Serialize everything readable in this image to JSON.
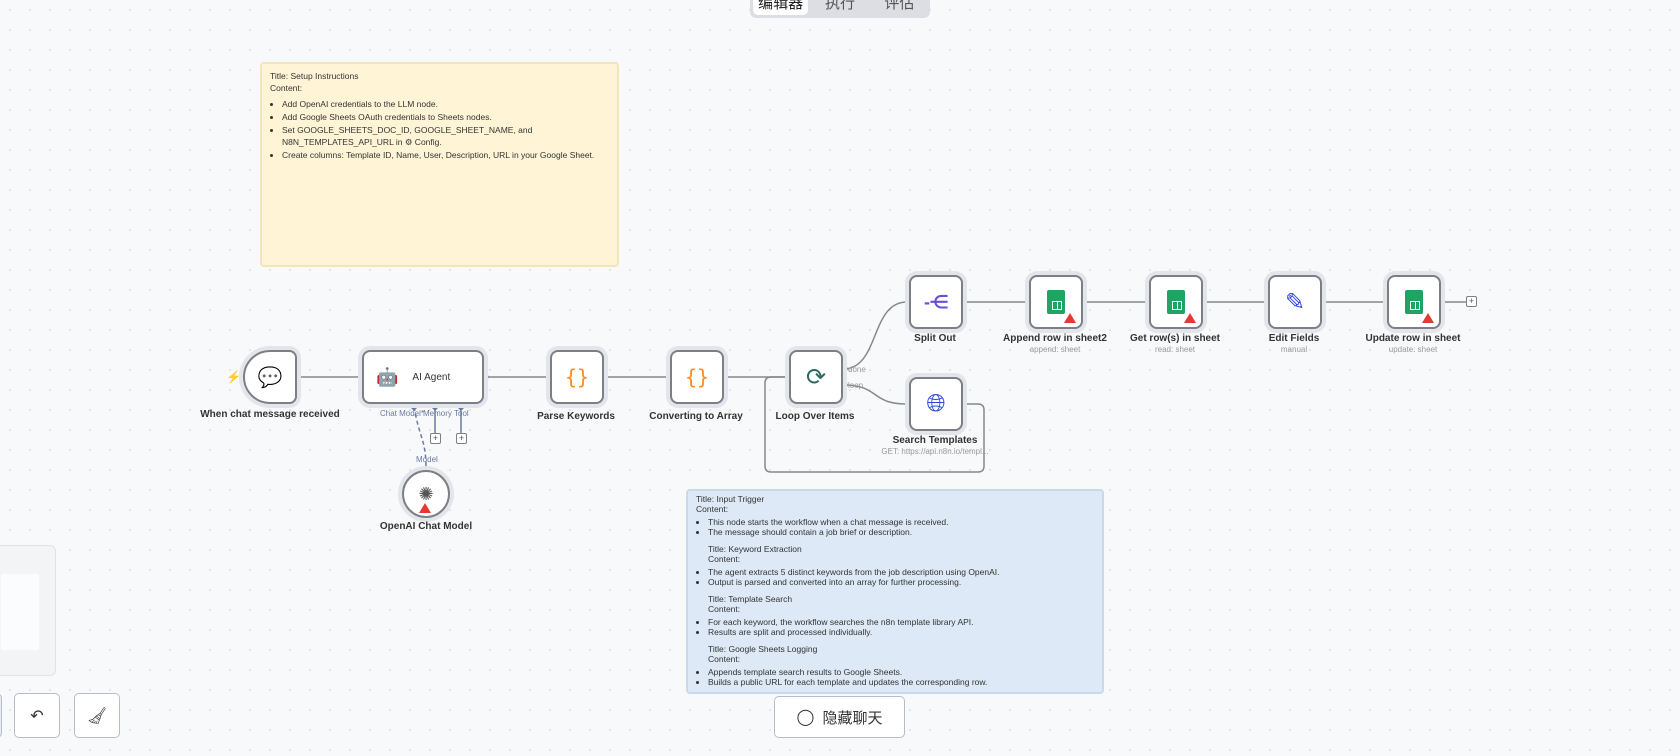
{
  "tabs": [
    "编辑器",
    "执行",
    "评估"
  ],
  "sticky_setup": {
    "title": "Title: Setup Instructions",
    "content": "Content:",
    "items": [
      "Add OpenAI credentials to the LLM node.",
      "Add Google Sheets OAuth credentials to Sheets nodes.",
      "Set GOOGLE_SHEETS_DOC_ID, GOOGLE_SHEET_NAME, and N8N_TEMPLATES_API_URL in ⚙ Config.",
      "Create columns: Template ID, Name, User, Description, URL in your Google Sheet."
    ]
  },
  "sticky_info": {
    "sections": [
      {
        "title": "Title: Input Trigger",
        "content": "Content:",
        "items": [
          "This node starts the workflow when a chat message is received.",
          "The message should contain a job brief or description."
        ]
      },
      {
        "title": "Title: Keyword Extraction",
        "content": "Content:",
        "items": [
          "The agent extracts 5 distinct keywords from the job description using OpenAI.",
          "Output is parsed and converted into an array for further processing."
        ]
      },
      {
        "title": "Title: Template Search",
        "content": "Content:",
        "items": [
          "For each keyword, the workflow searches the n8n template library API.",
          "Results are split and processed individually."
        ]
      },
      {
        "title": "Title: Google Sheets Logging",
        "content": "Content:",
        "items": [
          "Appends template search results to Google Sheets.",
          "Builds a public URL for each template and updates the corresponding row."
        ]
      }
    ]
  },
  "nodes": {
    "trigger": {
      "label": "When chat message received",
      "icon": "chat-icon"
    },
    "agent": {
      "label": "AI Agent",
      "icon": "robot-icon",
      "ports": [
        "Chat Model*",
        "Memory",
        "Tool"
      ]
    },
    "openai": {
      "label": "OpenAI Chat Model",
      "port": "Model",
      "icon": "openai-icon"
    },
    "parse": {
      "label": "Parse Keywords",
      "icon": "code-icon"
    },
    "convert": {
      "label": "Converting to Array",
      "icon": "code-icon"
    },
    "loop": {
      "label": "Loop Over Items",
      "outputs": [
        "done",
        "loop"
      ],
      "icon": "loop-icon"
    },
    "split": {
      "label": "Split Out",
      "icon": "split-icon"
    },
    "search": {
      "label": "Search Templates",
      "subtitle": "GET: https://api.n8n.io/templ...",
      "icon": "globe-icon"
    },
    "append": {
      "label": "Append row in sheet2",
      "subtitle": "append: sheet",
      "icon": "google-sheets-icon"
    },
    "get": {
      "label": "Get row(s) in sheet",
      "subtitle": "read: sheet",
      "icon": "google-sheets-icon"
    },
    "edit": {
      "label": "Edit Fields",
      "subtitle": "manual",
      "icon": "pencil-icon"
    },
    "update": {
      "label": "Update row in sheet",
      "subtitle": "update: sheet",
      "icon": "google-sheets-icon"
    }
  },
  "chat_toggle": {
    "label": "隐藏聊天"
  },
  "colors": {
    "accent_orange": "#ff8a1f",
    "sheets_green": "#1fa463",
    "pencil_blue": "#2f45e0",
    "warning": "#e53935",
    "sticky_yellow": "#fff5d6",
    "sticky_blue": "#dde9f6"
  }
}
